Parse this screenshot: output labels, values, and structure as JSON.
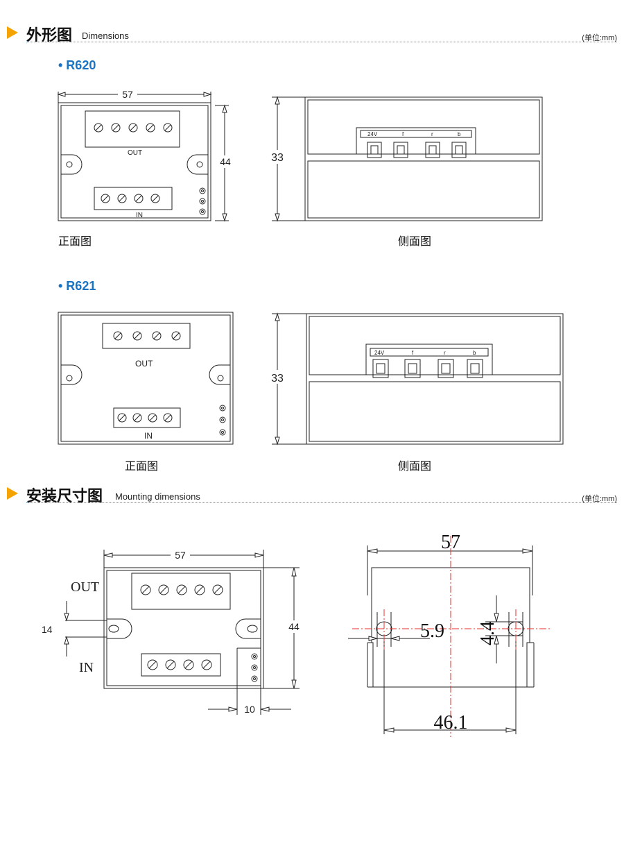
{
  "dimensions_section": {
    "title_cn": "外形图",
    "title_en": "Dimensions",
    "unit": "(单位:mm)"
  },
  "mounting_section": {
    "title_cn": "安装尺寸图",
    "title_en": "Mounting dimensions",
    "unit": "(单位:mm)"
  },
  "r620": {
    "model": "• R620",
    "width_dim": "57",
    "height_dim": "44",
    "out_label": "OUT",
    "in_label": "IN",
    "front_caption": "正面图",
    "side_height_dim": "33",
    "side_caption": "侧面图",
    "terminals": [
      "24V",
      "f",
      "r",
      "b"
    ]
  },
  "r621": {
    "model": "• R621",
    "out_label": "OUT",
    "in_label": "IN",
    "front_caption": "正面图",
    "side_height_dim": "33",
    "side_caption": "侧面图",
    "terminals": [
      "24V",
      "f",
      "r",
      "b"
    ]
  },
  "mounting": {
    "width_dim": "57",
    "height_dim": "44",
    "out_label": "OUT",
    "in_label": "IN",
    "hole_offset_dim": "14",
    "pin_offset_dim": "10",
    "side_width_dim": "57",
    "hole_dia_dim": "5.9",
    "hole_height_dim": "4.4",
    "hole_spacing_dim": "46.1"
  }
}
